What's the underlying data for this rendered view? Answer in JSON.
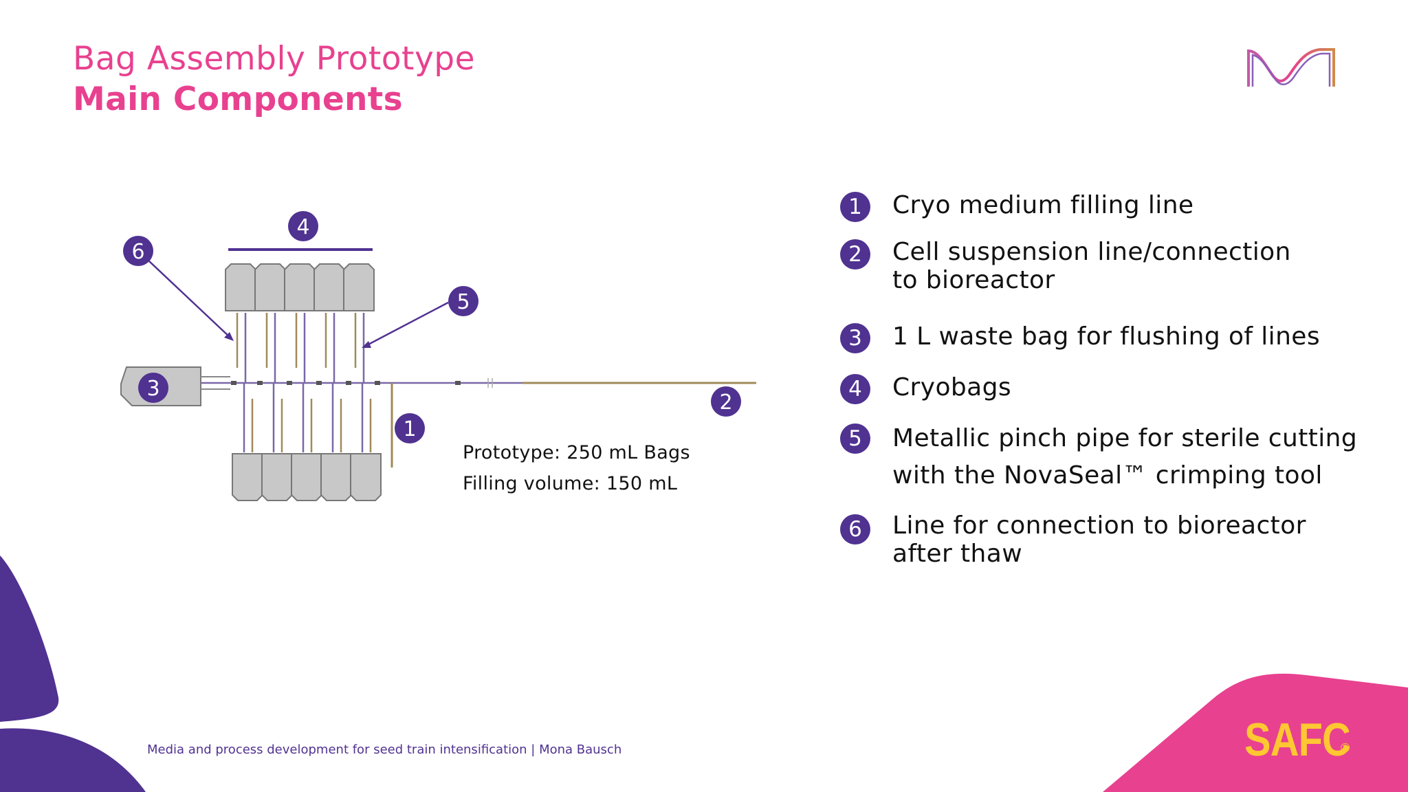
{
  "slide": {
    "title": "Bag Assembly Prototype",
    "subtitle": "Main Components",
    "footer": "Media and process development for seed train intensification | Mona Bausch",
    "brand": "SAFC",
    "brand_mark": "®"
  },
  "diagram": {
    "prototype_label": "Prototype: 250 mL Bags",
    "filling_label": "Filling volume: 150 mL",
    "callouts": [
      "1",
      "2",
      "3",
      "4",
      "5",
      "6"
    ]
  },
  "legend": [
    {
      "number": "1",
      "lines": [
        "Cryo medium filling line"
      ]
    },
    {
      "number": "2",
      "lines": [
        "Cell suspension line/connection",
        "to bioreactor"
      ]
    },
    {
      "number": "3",
      "lines": [
        "1 L waste bag for flushing of lines"
      ]
    },
    {
      "number": "4",
      "lines": [
        "Cryobags"
      ]
    },
    {
      "number": "5",
      "lines": [
        "Metallic pinch pipe for sterile cutting",
        "with the NovaSeal™ crimping tool"
      ]
    },
    {
      "number": "6",
      "lines": [
        "Line for connection to bioreactor",
        "after thaw"
      ]
    }
  ],
  "colors": {
    "accent_pink": "#e8418f",
    "accent_purple": "#503291",
    "brand_yellow": "#ffc832"
  },
  "icons": [
    "company-logo-icon",
    "cryobag-icon",
    "waste-bag-icon"
  ]
}
